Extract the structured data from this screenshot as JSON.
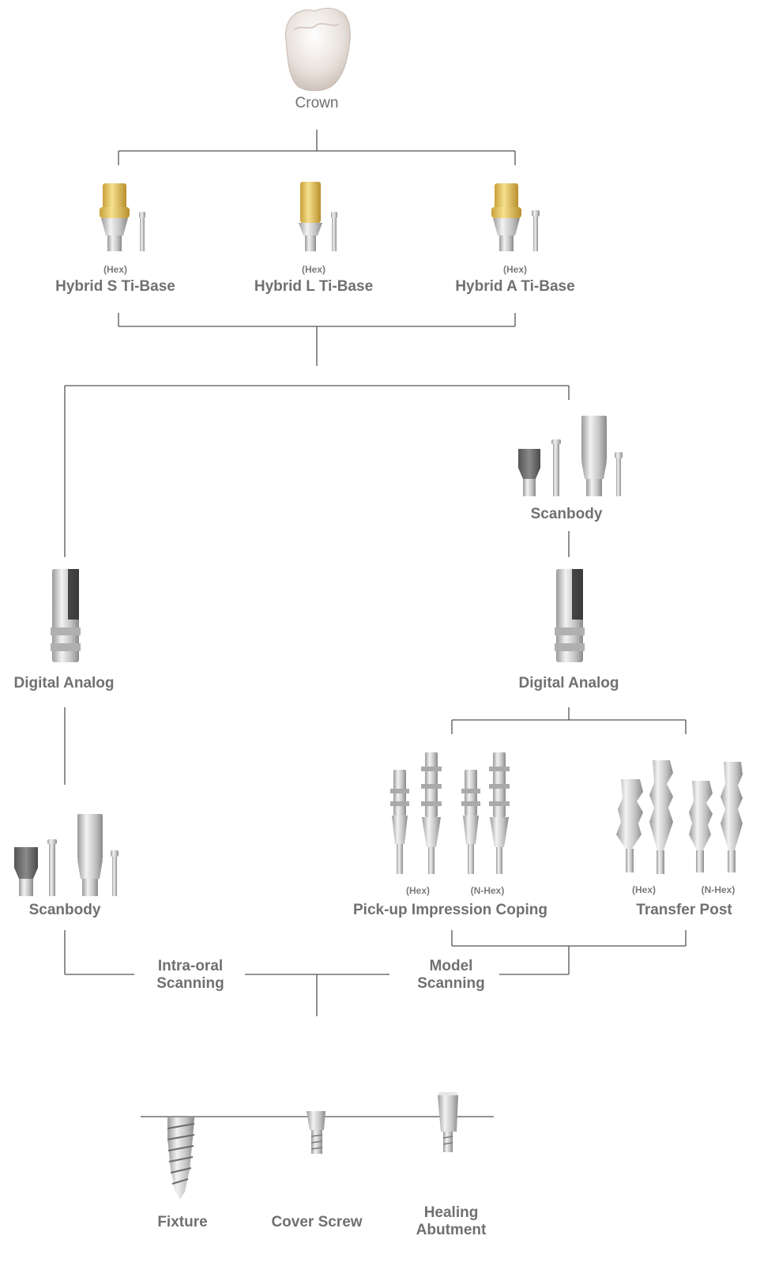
{
  "crown": {
    "label": "Crown"
  },
  "tibases": [
    {
      "qualifier": "(Hex)",
      "label": "Hybrid S Ti-Base"
    },
    {
      "qualifier": "(Hex)",
      "label": "Hybrid L Ti-Base"
    },
    {
      "qualifier": "(Hex)",
      "label": "Hybrid A Ti-Base"
    }
  ],
  "left_branch": {
    "digital_analog": "Digital Analog",
    "scanbody": "Scanbody",
    "method_line1": "Intra-oral",
    "method_line2": "Scanning"
  },
  "right_branch": {
    "scanbody": "Scanbody",
    "digital_analog": "Digital Analog",
    "pickup_hex": "(Hex)",
    "pickup_nhex": "(N-Hex)",
    "pickup_label": "Pick-up Impression Coping",
    "transfer_hex": "(Hex)",
    "transfer_nhex": "(N-Hex)",
    "transfer_label": "Transfer Post",
    "method_line1": "Model",
    "method_line2": "Scanning"
  },
  "base_components": {
    "fixture": "Fixture",
    "cover_screw": "Cover Screw",
    "healing_line1": "Healing",
    "healing_line2": "Abutment"
  },
  "colors": {
    "line": "#555555",
    "text": "#707070",
    "gold": "#e3c15c",
    "titanium": "#c9c9c9",
    "dark_gray": "#6b6b6b"
  }
}
